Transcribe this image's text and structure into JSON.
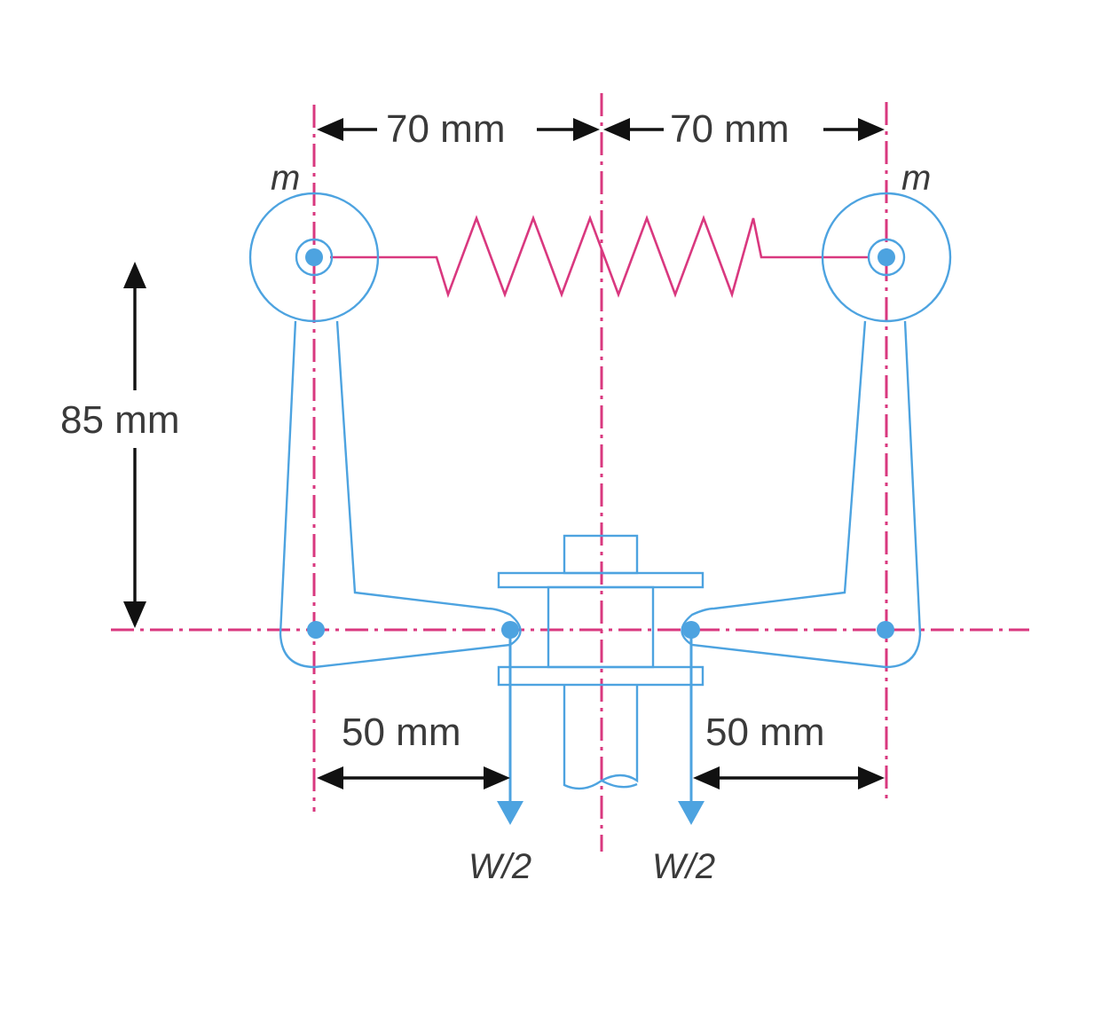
{
  "colors": {
    "link": "#4da3e0",
    "centerline": "#d9387f",
    "dimension": "#111111",
    "text": "#3a3a3a",
    "background": "#ffffff"
  },
  "labels": {
    "top_left_dim": "70 mm",
    "top_right_dim": "70 mm",
    "vertical_dim": "85 mm",
    "bottom_left_dim": "50 mm",
    "bottom_right_dim": "50 mm",
    "mass_left": "m",
    "mass_right": "m",
    "load_left": "W/2",
    "load_right": "W/2"
  }
}
